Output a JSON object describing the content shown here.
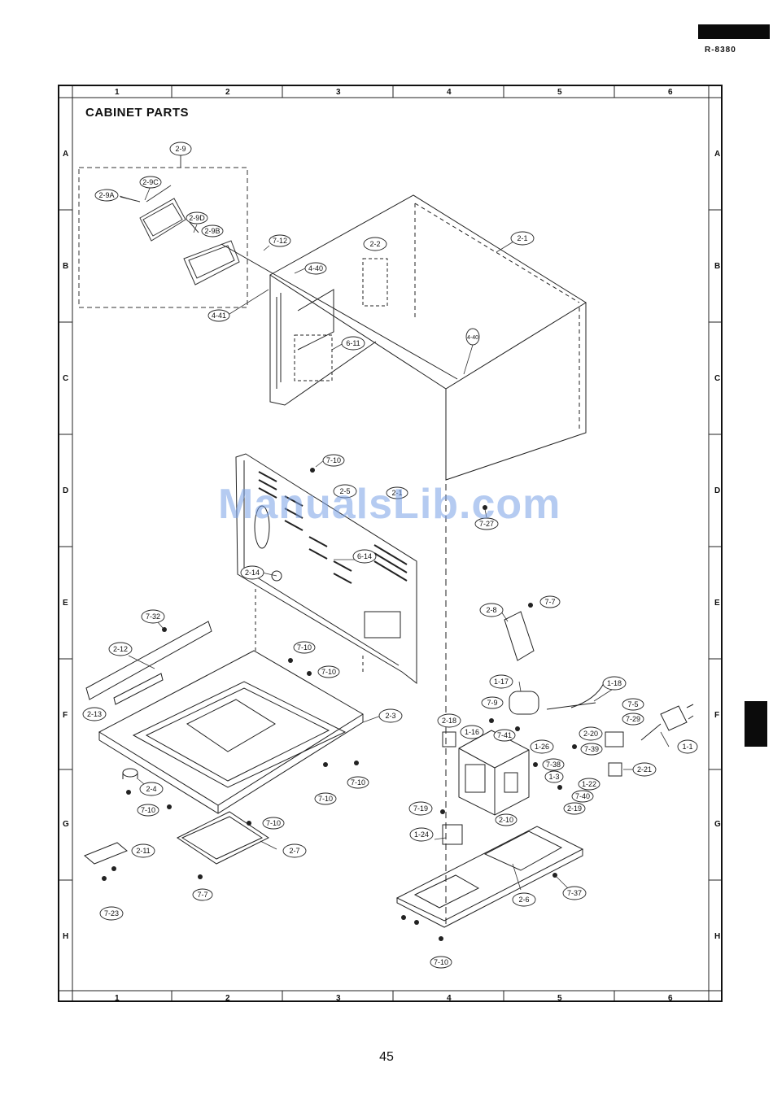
{
  "header": {
    "model": "R-8380"
  },
  "title": "CABINET PARTS",
  "page_number": "45",
  "watermark": "ManualsLib.com",
  "grid": {
    "columns": [
      "1",
      "2",
      "3",
      "4",
      "5",
      "6"
    ],
    "rows": [
      "A",
      "B",
      "C",
      "D",
      "E",
      "F",
      "G",
      "H"
    ]
  },
  "callouts": [
    {
      "id": "c-2-9",
      "label": "2-9"
    },
    {
      "id": "c-2-9c",
      "label": "2-9C"
    },
    {
      "id": "c-2-9a",
      "label": "2-9A"
    },
    {
      "id": "c-2-9d",
      "label": "2-9D"
    },
    {
      "id": "c-2-9b",
      "label": "2-9B"
    },
    {
      "id": "c-7-12",
      "label": "7-12"
    },
    {
      "id": "c-4-40a",
      "label": "4-40"
    },
    {
      "id": "c-4-41",
      "label": "4-41"
    },
    {
      "id": "c-2-2",
      "label": "2-2"
    },
    {
      "id": "c-2-1",
      "label": "2-1"
    },
    {
      "id": "c-6-11",
      "label": "6-11"
    },
    {
      "id": "c-4-40b",
      "label": "4-40"
    },
    {
      "id": "c-7-10a",
      "label": "7-10"
    },
    {
      "id": "c-2-5",
      "label": "2-5"
    },
    {
      "id": "c-2-1b",
      "label": "2-1"
    },
    {
      "id": "c-7-27",
      "label": "7-27"
    },
    {
      "id": "c-6-14",
      "label": "6-14"
    },
    {
      "id": "c-2-14",
      "label": "2-14"
    },
    {
      "id": "c-7-32",
      "label": "7-32"
    },
    {
      "id": "c-2-12",
      "label": "2-12"
    },
    {
      "id": "c-7-10b",
      "label": "7-10"
    },
    {
      "id": "c-7-10c",
      "label": "7-10"
    },
    {
      "id": "c-2-13",
      "label": "2-13"
    },
    {
      "id": "c-2-3",
      "label": "2-3"
    },
    {
      "id": "c-2-4",
      "label": "2-4"
    },
    {
      "id": "c-7-10d",
      "label": "7-10"
    },
    {
      "id": "c-7-10e",
      "label": "7-10"
    },
    {
      "id": "c-7-10f",
      "label": "7-10"
    },
    {
      "id": "c-7-10g",
      "label": "7-10"
    },
    {
      "id": "c-2-11",
      "label": "2-11"
    },
    {
      "id": "c-2-7",
      "label": "2-7"
    },
    {
      "id": "c-7-7a",
      "label": "7-7"
    },
    {
      "id": "c-7-23",
      "label": "7-23"
    },
    {
      "id": "c-2-8",
      "label": "2-8"
    },
    {
      "id": "c-7-7b",
      "label": "7-7"
    },
    {
      "id": "c-1-17",
      "label": "1-17"
    },
    {
      "id": "c-1-18",
      "label": "1-18"
    },
    {
      "id": "c-7-9",
      "label": "7-9"
    },
    {
      "id": "c-7-5",
      "label": "7-5"
    },
    {
      "id": "c-2-18",
      "label": "2-18"
    },
    {
      "id": "c-7-29",
      "label": "7-29"
    },
    {
      "id": "c-1-16",
      "label": "1-16"
    },
    {
      "id": "c-7-41",
      "label": "7-41"
    },
    {
      "id": "c-1-26",
      "label": "1-26"
    },
    {
      "id": "c-2-20",
      "label": "2-20"
    },
    {
      "id": "c-7-39",
      "label": "7-39"
    },
    {
      "id": "c-1-1",
      "label": "1-1"
    },
    {
      "id": "c-7-38",
      "label": "7-38"
    },
    {
      "id": "c-2-21",
      "label": "2-21"
    },
    {
      "id": "c-1-3",
      "label": "1-3"
    },
    {
      "id": "c-1-22",
      "label": "1-22"
    },
    {
      "id": "c-7-40",
      "label": "7-40"
    },
    {
      "id": "c-2-19",
      "label": "2-19"
    },
    {
      "id": "c-7-19",
      "label": "7-19"
    },
    {
      "id": "c-2-10",
      "label": "2-10"
    },
    {
      "id": "c-1-24",
      "label": "1-24"
    },
    {
      "id": "c-2-6",
      "label": "2-6"
    },
    {
      "id": "c-7-37",
      "label": "7-37"
    },
    {
      "id": "c-7-10h",
      "label": "7-10"
    }
  ]
}
